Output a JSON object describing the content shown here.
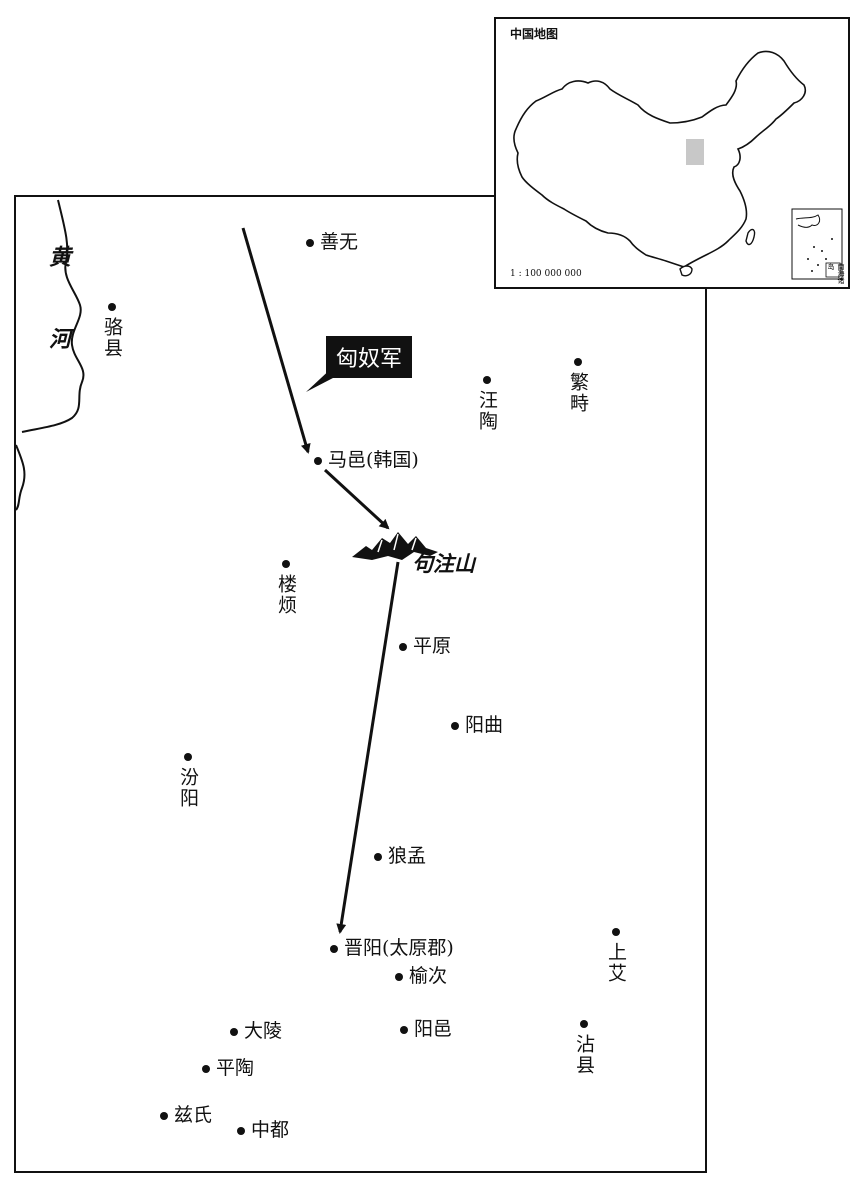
{
  "inset": {
    "title": "中国地图",
    "scale": "1 : 100 000 000",
    "south_sea_label": "南海诸岛",
    "highlight_color": "#c8c8c8"
  },
  "map": {
    "river": "黄河",
    "army_label": "匈奴军",
    "mountain": "句注山",
    "cities": {
      "shanwu": "善无",
      "luoxian": "骆县",
      "fanshi": "繁畤",
      "wangtao": "汪陶",
      "mayi": "马邑(韩国)",
      "loufan": "楼烦",
      "pingyuan": "平原",
      "yangqu": "阳曲",
      "fenyang": "汾阳",
      "langmeng": "狼孟",
      "jinyang": "晋阳(太原郡)",
      "yuci": "榆次",
      "shangai": "上艾",
      "daling": "大陵",
      "yangyi": "阳邑",
      "zhanxian": "沾县",
      "pingtao": "平陶",
      "zishi": "兹氏",
      "zhongdu": "中都"
    }
  }
}
